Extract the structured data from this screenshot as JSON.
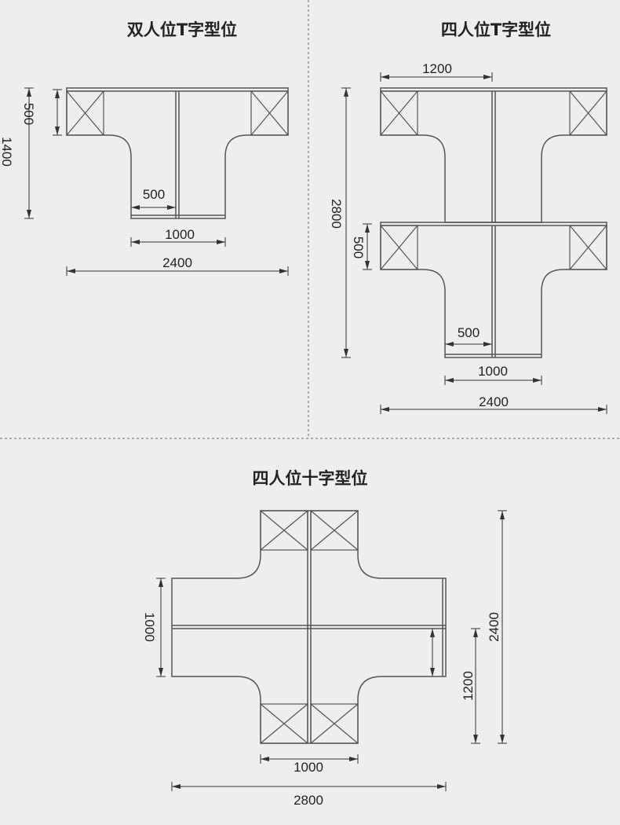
{
  "colors": {
    "background": "#eeeeee",
    "line": "#555555",
    "text": "#222222",
    "divider": "#666666"
  },
  "sections": {
    "double_t": {
      "title": "双人位T字型位",
      "dims": {
        "overall_width": "2400",
        "leg_width": "1000",
        "seat_width": "500",
        "height": "1400",
        "cabinet_depth": "500"
      }
    },
    "four_t": {
      "title": "四人位T字型位",
      "dims": {
        "top_width": "1200",
        "overall_width": "2400",
        "leg_width": "1000",
        "seat_width": "500",
        "height": "2800",
        "cabinet_depth": "500"
      }
    },
    "cross": {
      "title": "四人位十字型位",
      "dims": {
        "center_width": "1000",
        "overall_width": "2800",
        "wing_height": "1000",
        "half_height": "1200",
        "overall_height": "2400"
      }
    }
  }
}
